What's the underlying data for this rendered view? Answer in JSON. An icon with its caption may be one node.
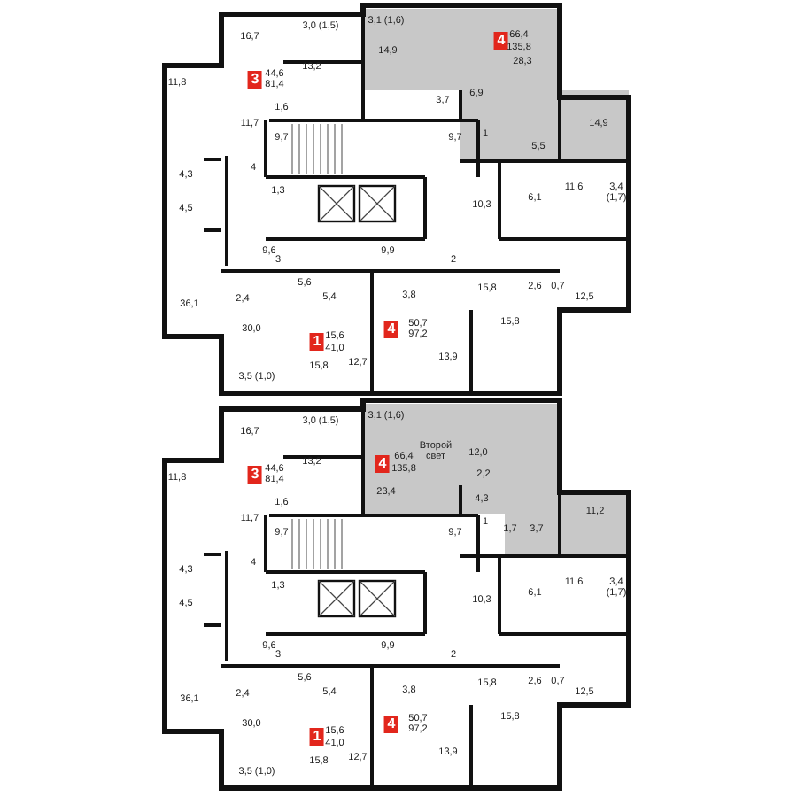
{
  "diagram": {
    "labels": [
      "3,1 (1,6)",
      "3,0 (1,5)",
      "16,7",
      "66,4",
      "4",
      "135,8",
      "14,9",
      "28,3",
      "13,2",
      "44,6",
      "3",
      "81,4",
      "11,8",
      "6,9",
      "3,7",
      "1,6",
      "11,7",
      "14,9",
      "1",
      "9,7",
      "9,7",
      "5,5",
      "4",
      "4,3",
      "11,6",
      "3,4 (1,7)",
      "1,3",
      "6,1",
      "10,3",
      "4,5",
      "9,9",
      "9,6",
      "3",
      "2",
      "5,6",
      "2,6",
      "0,7",
      "15,8",
      "3,8",
      "5,4",
      "12,5",
      "2,4",
      "36,1",
      "15,8",
      "50,7",
      "4",
      "30,0",
      "97,2",
      "15,6",
      "1",
      "41,0",
      "13,9",
      "12,7",
      "15,8",
      "3,5 (1,0)",
      "3,1 (1,6)",
      "3,0 (1,5)",
      "16,7",
      "Второй свет",
      "12,0",
      "66,4",
      "4",
      "13,2",
      "135,8",
      "44,6",
      "3",
      "2,2",
      "81,4",
      "11,8",
      "23,4",
      "4,3",
      "1,6",
      "11,2",
      "11,7",
      "1",
      "1,7",
      "3,7",
      "9,7",
      "9,7",
      "4",
      "4,3",
      "11,6",
      "3,4 (1,7)",
      "1,3",
      "6,1",
      "10,3",
      "4,5",
      "9,9",
      "9,6",
      "3",
      "2",
      "5,6",
      "2,6",
      "0,7",
      "15,8",
      "3,8",
      "5,4",
      "12,5",
      "2,4",
      "36,1",
      "15,8",
      "50,7",
      "4",
      "30,0",
      "97,2",
      "15,6",
      "1",
      "41,0",
      "13,9",
      "12,7",
      "15,8",
      "3,5 (1,0)"
    ]
  }
}
